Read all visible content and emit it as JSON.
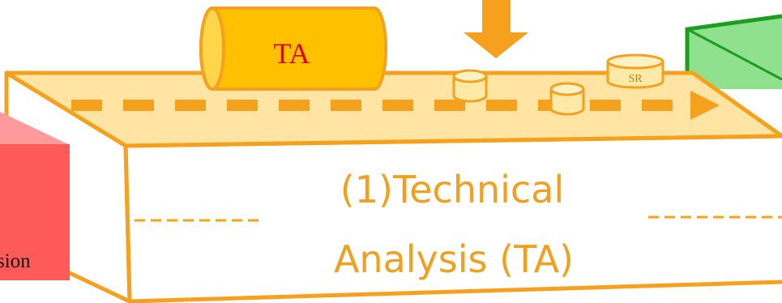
{
  "diagram": {
    "cylinder_large_label": "TA",
    "cylinder_small_label": "SR",
    "stage_title_line1": "(1)Technical",
    "stage_title_line2": "Analysis (TA)",
    "left_box_partial_label": "sion"
  },
  "colors": {
    "orange_outline": "#F5A11E",
    "top_face": "#FFE4A3",
    "orange_arrow": "#F5A11E",
    "cylinder_fill": "#FFC000",
    "cylinder_text": "#E00000",
    "title_text": "#F0A020",
    "red_box": "#FF5A5A",
    "red_box_top": "#FF9A9A",
    "green_box": "#8FE08F",
    "green_outline": "#1E9E1E"
  }
}
